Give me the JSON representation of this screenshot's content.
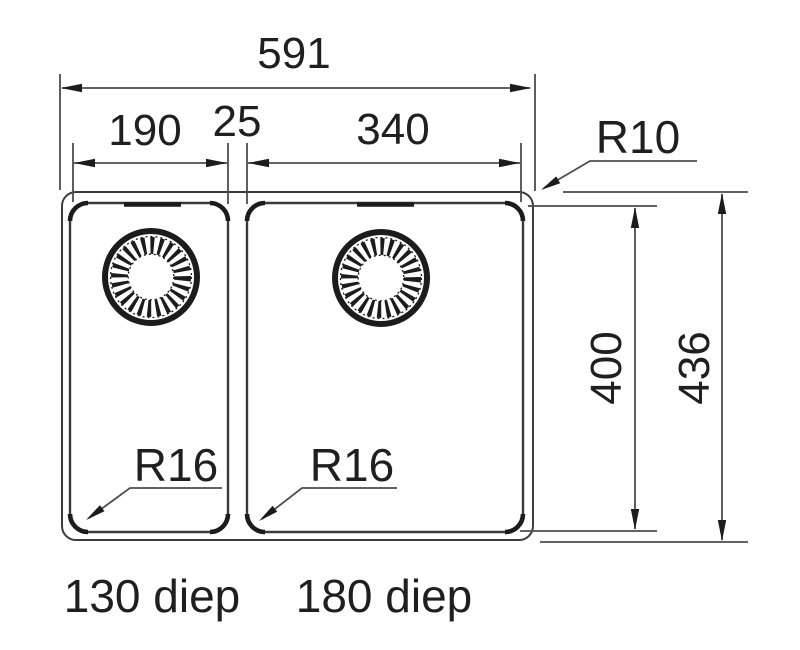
{
  "diagram": {
    "type": "technical-drawing",
    "subject": "double-bowl sink top view with dimensions",
    "units_note": "diep = depth (Dutch)",
    "colors": {
      "background": "#ffffff",
      "line": "#4d4d4d",
      "drawing_outline": "#3c3c3c",
      "ink": "#1f1f1f"
    },
    "dimensions": {
      "overall_width": "591",
      "left_bowl_width": "190",
      "divider_width": "25",
      "right_bowl_width": "340",
      "bowl_front_to_back": "400",
      "overall_front_to_back": "436",
      "outer_corner_radius": "R10",
      "left_bowl_corner_radius": "R16",
      "right_bowl_corner_radius": "R16",
      "left_bowl_depth": "130 diep",
      "right_bowl_depth": "180 diep"
    }
  }
}
